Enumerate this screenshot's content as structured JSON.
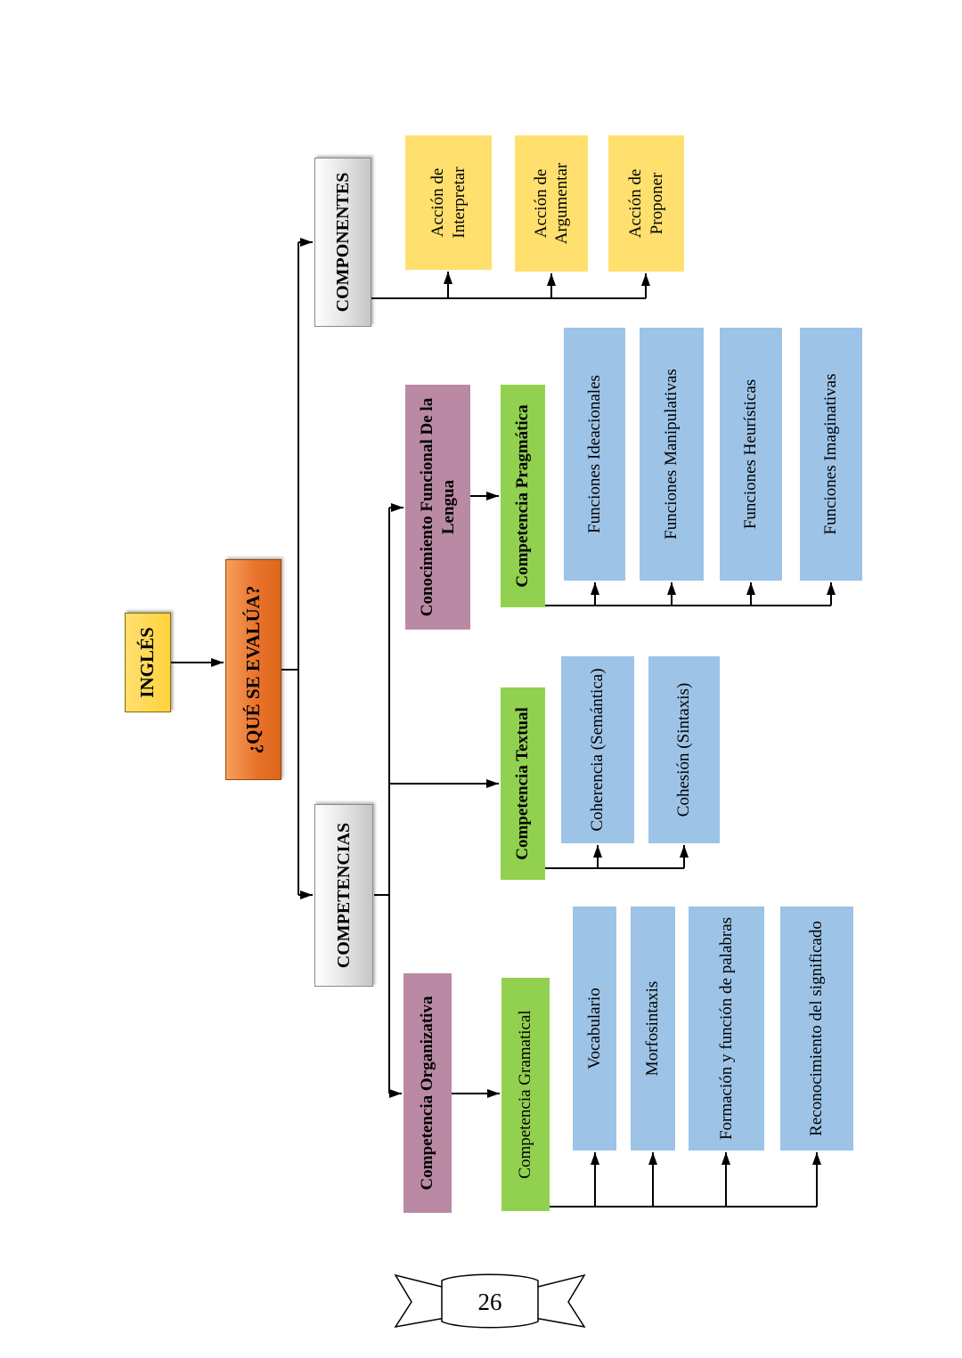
{
  "page": {
    "number": "26"
  },
  "colors": {
    "yellow": "#FFD23E",
    "yellow_light": "#FFE06E",
    "orange": "#E8732B",
    "gray": "#C6C6C6",
    "mauve": "#BA8AA4",
    "green": "#92D050",
    "blue": "#9DC3E6",
    "line": "#000000"
  },
  "diagram": {
    "root": "INGLÉS",
    "question": "¿QUÉ SE EVALÚA?",
    "componentes": {
      "label": "COMPONENTES",
      "items": [
        "Acción de Interpretar",
        "Acción de Argumentar",
        "Acción de Proponer"
      ]
    },
    "competencias": {
      "label": "COMPETENCIAS",
      "organizativa": {
        "label": "Competencia Organizativa",
        "child": "Competencia Gramatical",
        "items": [
          "Vocabulario",
          "Morfosintaxis",
          "Formación y función de palabras",
          "Reconocimiento del significado"
        ]
      },
      "textual": {
        "label": "Competencia Textual",
        "items": [
          "Coherencia (Semántica)",
          "Cohesión (Sintaxis)"
        ]
      },
      "funcional": {
        "label": "Conocimiento Funcional De la Lengua",
        "child": "Competencia Pragmática",
        "items": [
          "Funciones Ideacionales",
          "Funciones Manipulativas",
          "Funciones Heurísticas",
          "Funciones Imaginativas"
        ]
      }
    }
  }
}
